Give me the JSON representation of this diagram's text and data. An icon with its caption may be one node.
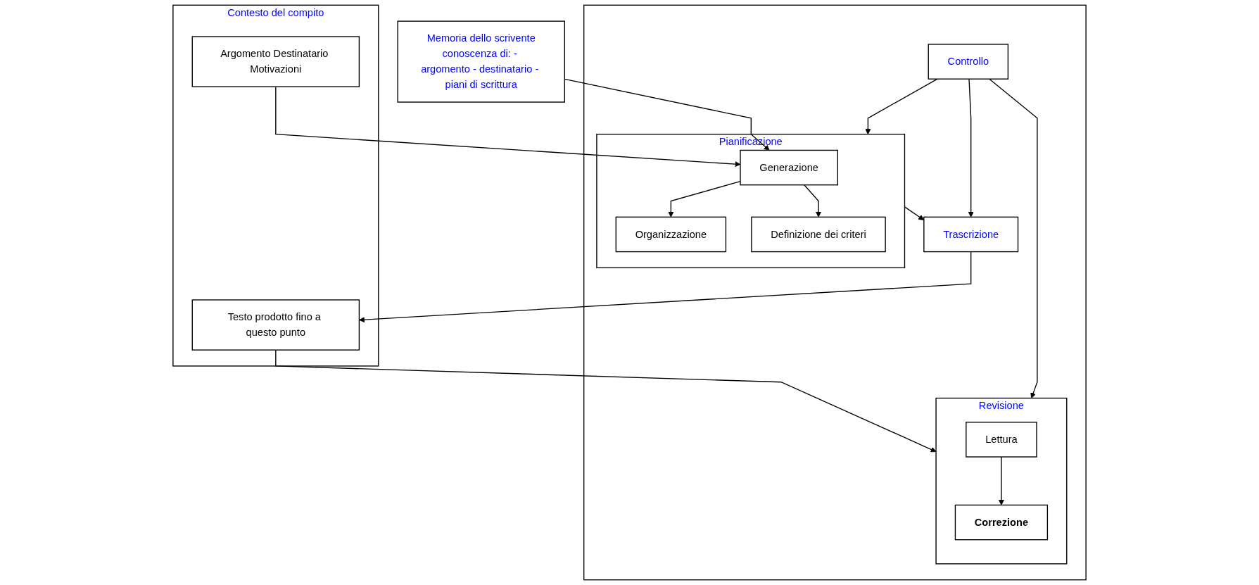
{
  "diagram": {
    "nodes": [
      {
        "text": [
          "Contesto del compito"
        ]
      },
      {
        "text": [
          "Argomento Destinatario Motivazioni"
        ],
        "in": 0
      },
      {
        "text": [
          "Testo prodotto fino a questo punto"
        ],
        "in": 0
      },
      {
        "text": [
          "Memoria dello scrivente",
          "conoscenza di: - argomento - destinatario - piani di scrittura"
        ]
      },
      {
        "text": [],
        "shape": "box"
      },
      {
        "text": [
          "Pianificazione"
        ],
        "in": 4
      },
      {
        "text": [
          "Generazione"
        ],
        "in": 5
      },
      {
        "text": [
          "Organizzazione"
        ],
        "in": 5
      },
      {
        "text": [
          "Definizione dei criteri"
        ],
        "in": 5
      },
      {
        "text": [
          "Trascrizione"
        ],
        "in": 4
      },
      {
        "text": [
          "Revisione"
        ],
        "in": 4
      },
      {
        "text": [
          "Lettura"
        ],
        "in": 10
      },
      {
        "text": [
          "Correzione"
        ],
        "in": 10
      },
      {
        "text": [
          "Controllo"
        ],
        "in": 4
      }
    ],
    "edges": [
      {
        "from": 1,
        "to": 6,
        "arrow": "to"
      },
      {
        "from": 3,
        "to": 6,
        "arrow": "to"
      },
      {
        "from": 6,
        "to": 7,
        "arrow": "to"
      },
      {
        "from": 6,
        "to": 8,
        "arrow": "to"
      },
      {
        "from": 5,
        "to": 9,
        "arrow": "to"
      },
      {
        "from": 9,
        "to": 2,
        "arrow": "to"
      },
      {
        "from": 2,
        "to": 10,
        "arrow": "to"
      },
      {
        "from": 11,
        "to": 12,
        "arrow": "to"
      },
      {
        "from": 13,
        "to": 5,
        "arrow": "to"
      },
      {
        "from": 13,
        "to": 9,
        "arrow": "to"
      },
      {
        "from": 13,
        "to": 10,
        "arrow": "to"
      }
    ]
  }
}
